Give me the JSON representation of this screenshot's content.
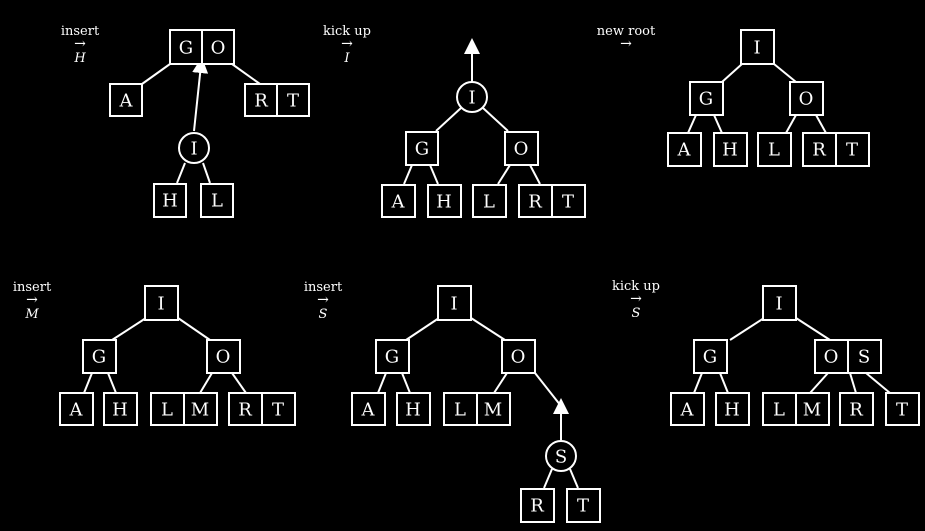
{
  "steps": [
    {
      "action": "insert",
      "arg": "H"
    },
    {
      "action": "kick up",
      "arg": "I"
    },
    {
      "action": "new root",
      "arg": ""
    },
    {
      "action": "insert",
      "arg": "M"
    },
    {
      "action": "insert",
      "arg": "S"
    },
    {
      "action": "kick up",
      "arg": "S"
    }
  ],
  "trees": [
    {
      "nodes": [
        {
          "id": "go",
          "keys": [
            "G",
            "O"
          ]
        },
        {
          "id": "a",
          "keys": [
            "A"
          ]
        },
        {
          "id": "rt",
          "keys": [
            "R",
            "T"
          ]
        },
        {
          "id": "i",
          "keys": [
            "I"
          ],
          "circle": true
        },
        {
          "id": "h",
          "keys": [
            "H"
          ]
        },
        {
          "id": "l",
          "keys": [
            "L"
          ]
        }
      ]
    },
    {
      "nodes": [
        {
          "id": "i",
          "keys": [
            "I"
          ],
          "circle": true
        },
        {
          "id": "g",
          "keys": [
            "G"
          ]
        },
        {
          "id": "o",
          "keys": [
            "O"
          ]
        },
        {
          "id": "a",
          "keys": [
            "A"
          ]
        },
        {
          "id": "h",
          "keys": [
            "H"
          ]
        },
        {
          "id": "l",
          "keys": [
            "L"
          ]
        },
        {
          "id": "rt",
          "keys": [
            "R",
            "T"
          ]
        }
      ]
    },
    {
      "nodes": [
        {
          "id": "i",
          "keys": [
            "I"
          ]
        },
        {
          "id": "g",
          "keys": [
            "G"
          ]
        },
        {
          "id": "o",
          "keys": [
            "O"
          ]
        },
        {
          "id": "a",
          "keys": [
            "A"
          ]
        },
        {
          "id": "h",
          "keys": [
            "H"
          ]
        },
        {
          "id": "l",
          "keys": [
            "L"
          ]
        },
        {
          "id": "rt",
          "keys": [
            "R",
            "T"
          ]
        }
      ]
    },
    {
      "nodes": [
        {
          "id": "i",
          "keys": [
            "I"
          ]
        },
        {
          "id": "g",
          "keys": [
            "G"
          ]
        },
        {
          "id": "o",
          "keys": [
            "O"
          ]
        },
        {
          "id": "a",
          "keys": [
            "A"
          ]
        },
        {
          "id": "h",
          "keys": [
            "H"
          ]
        },
        {
          "id": "lm",
          "keys": [
            "L",
            "M"
          ]
        },
        {
          "id": "rt",
          "keys": [
            "R",
            "T"
          ]
        }
      ]
    },
    {
      "nodes": [
        {
          "id": "i",
          "keys": [
            "I"
          ]
        },
        {
          "id": "g",
          "keys": [
            "G"
          ]
        },
        {
          "id": "o",
          "keys": [
            "O"
          ]
        },
        {
          "id": "a",
          "keys": [
            "A"
          ]
        },
        {
          "id": "h",
          "keys": [
            "H"
          ]
        },
        {
          "id": "lm",
          "keys": [
            "L",
            "M"
          ]
        },
        {
          "id": "s",
          "keys": [
            "S"
          ],
          "circle": true
        },
        {
          "id": "r",
          "keys": [
            "R"
          ]
        },
        {
          "id": "t",
          "keys": [
            "T"
          ]
        }
      ]
    },
    {
      "nodes": [
        {
          "id": "i",
          "keys": [
            "I"
          ]
        },
        {
          "id": "g",
          "keys": [
            "G"
          ]
        },
        {
          "id": "os",
          "keys": [
            "O",
            "S"
          ]
        },
        {
          "id": "a",
          "keys": [
            "A"
          ]
        },
        {
          "id": "h",
          "keys": [
            "H"
          ]
        },
        {
          "id": "lm",
          "keys": [
            "L",
            "M"
          ]
        },
        {
          "id": "r",
          "keys": [
            "R"
          ]
        },
        {
          "id": "t",
          "keys": [
            "T"
          ]
        }
      ]
    }
  ]
}
